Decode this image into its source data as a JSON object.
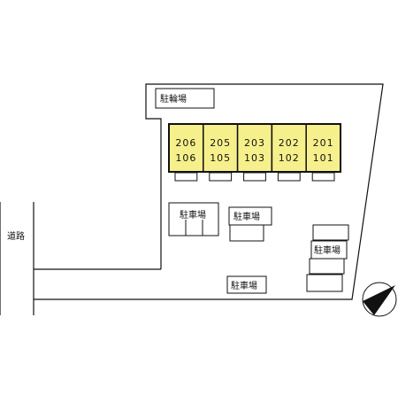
{
  "colors": {
    "unit_fill": "#f6f08c",
    "line": "#111111",
    "background": "#ffffff"
  },
  "labels": {
    "bicycle_parking": "駐輪場",
    "road": "道路",
    "parking_1": "駐車場",
    "parking_2": "駐車場",
    "parking_3": "駐車場",
    "parking_4": "駐車場"
  },
  "units": [
    {
      "upper": "206",
      "lower": "106"
    },
    {
      "upper": "205",
      "lower": "105"
    },
    {
      "upper": "203",
      "lower": "103"
    },
    {
      "upper": "202",
      "lower": "102"
    },
    {
      "upper": "201",
      "lower": "101"
    }
  ],
  "icons": {
    "north_arrow": "north-arrow-icon"
  }
}
